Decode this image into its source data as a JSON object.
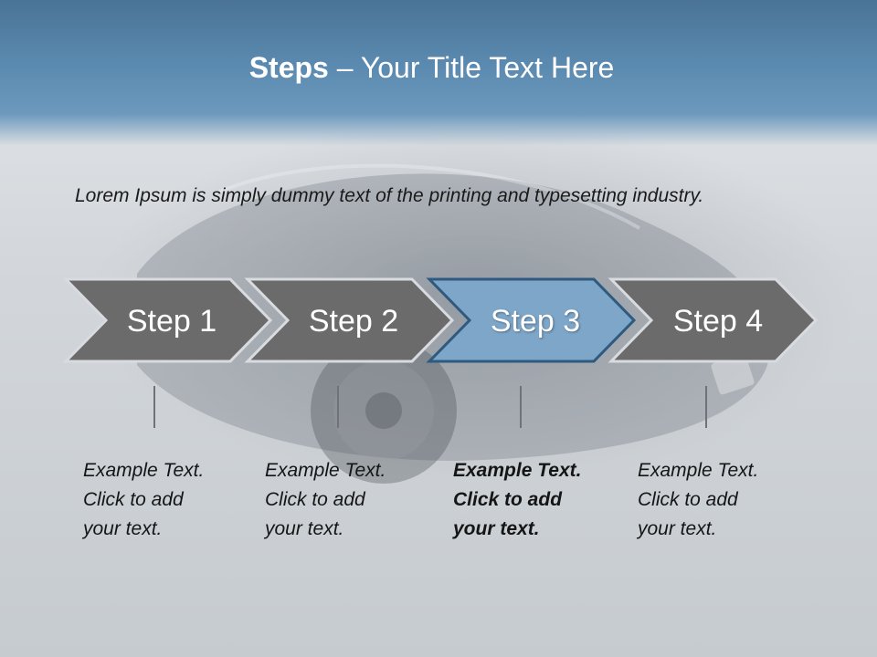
{
  "title": {
    "bold": "Steps",
    "rest": " – Your Title Text Here"
  },
  "intro": "Lorem Ipsum is simply dummy text of the printing and typesetting industry.",
  "steps": [
    {
      "label": "Step 1",
      "active": false,
      "caption": [
        "Example Text.",
        "Click  to add",
        "your text."
      ]
    },
    {
      "label": "Step 2",
      "active": false,
      "caption": [
        "Example Text.",
        "Click  to add",
        "your text."
      ]
    },
    {
      "label": "Step 3",
      "active": true,
      "caption": [
        "Example Text.",
        "Click  to add",
        "your text."
      ]
    },
    {
      "label": "Step 4",
      "active": false,
      "caption": [
        "Example Text.",
        "Click  to add",
        "your text."
      ]
    }
  ],
  "colors": {
    "header": "#5b8ab0",
    "step_fill": "#6b6b6b",
    "step_active_fill": "#7ea6c8",
    "step_active_border": "#2f5a80"
  }
}
